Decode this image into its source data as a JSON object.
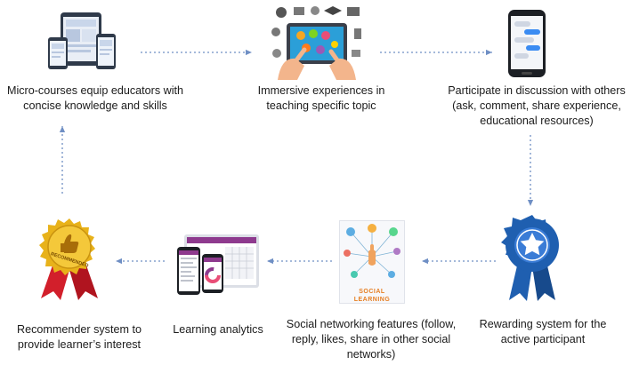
{
  "steps": [
    {
      "id": "micro-courses",
      "caption": "Micro-courses equip educators with concise knowledge and skills",
      "icon": "devices-icon"
    },
    {
      "id": "immersive",
      "caption": "Immersive experiences in teaching specific topic",
      "icon": "tablet-hands-icon"
    },
    {
      "id": "discussion",
      "caption": "Participate in discussion with others (ask, comment, share experience, educational resources)",
      "icon": "smartphone-chat-icon"
    },
    {
      "id": "rewarding",
      "caption": "Rewarding system for the active participant",
      "icon": "award-ribbon-icon"
    },
    {
      "id": "social",
      "caption": "Social networking features (follow, reply, likes, share in other social networks)",
      "icon": "social-learning-icon"
    },
    {
      "id": "analytics",
      "caption": "Learning analytics",
      "icon": "analytics-dashboard-icon"
    },
    {
      "id": "recommender",
      "caption": "Recommender system to provide learner’s interest",
      "icon": "recommended-seal-icon"
    }
  ],
  "embedded_text": {
    "seal": "RECOMMENDED",
    "poster": "SOCIAL LEARNING"
  },
  "colors": {
    "arrow": "#6f8fc4",
    "award_blue": "#1f5fb0",
    "seal_gold": "#e8b21a",
    "ribbon_red": "#d21f2b"
  }
}
